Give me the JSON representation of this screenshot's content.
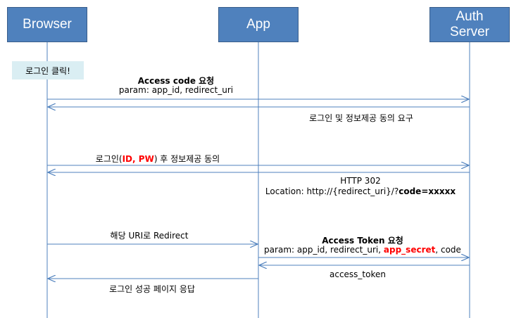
{
  "actors": {
    "browser": "Browser",
    "app": "App",
    "auth_line1": "Auth",
    "auth_line2": "Server"
  },
  "note": "로그인 클릭!",
  "messages": {
    "m1_title": "Access code 요청",
    "m1_param": "param: app_id, redirect_uri",
    "m2": "로그인 및 정보제공 동의 요구",
    "m3_prefix": "로그인(",
    "m3_id": "ID",
    "m3_sep": ", ",
    "m3_pw": "PW",
    "m3_suffix": ") 후 정보제공 동의",
    "m4_line1": "HTTP 302",
    "m4_line2_prefix": "Location: http://{redirect_uri}/?",
    "m4_line2_code": "code=xxxxx",
    "m5": "해당 URI로 Redirect",
    "m6_title": "Access Token 요청",
    "m6_param_prefix": "param: app_id, redirect_uri, ",
    "m6_secret": "app_secret",
    "m6_param_suffix": ", code",
    "m7": "access_token",
    "m8": "로그인 성공 페이지 응답"
  },
  "colors": {
    "actor_fill": "#4f81bd",
    "arrow": "#4f81bd",
    "note_fill": "#daeef3",
    "highlight": "#ff0000"
  }
}
